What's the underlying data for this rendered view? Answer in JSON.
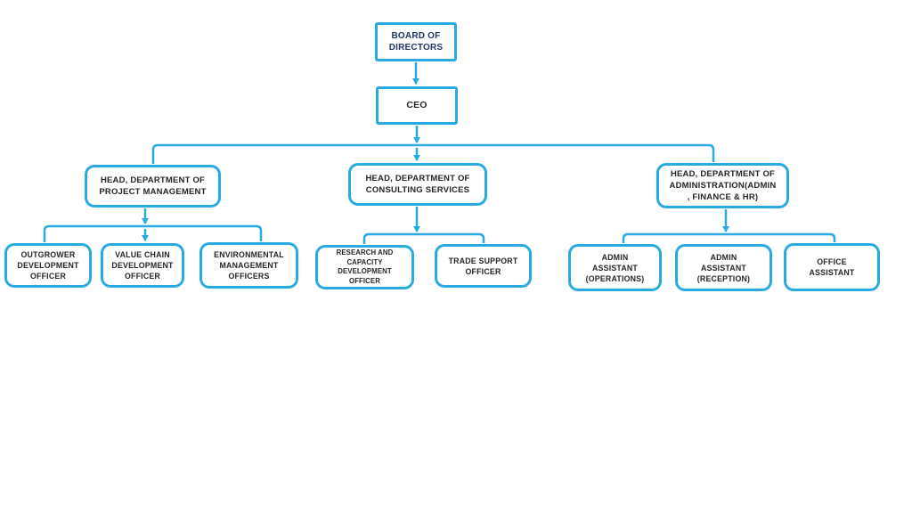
{
  "colors": {
    "accent": "#29ABE2",
    "navy": "#203864",
    "ink": "#262626",
    "bg": "#FFFFFF"
  },
  "nodes": {
    "board": {
      "label": "BOARD OF\nDIRECTORS"
    },
    "ceo": {
      "label": "CEO"
    },
    "head_project": {
      "label": "HEAD, DEPARTMENT OF\nPROJECT MANAGEMENT"
    },
    "head_consulting": {
      "label": "HEAD, DEPARTMENT OF\nCONSULTING SERVICES"
    },
    "head_admin": {
      "label": "HEAD, DEPARTMENT OF\nADMINISTRATION(ADMIN\n, FINANCE & HR)"
    },
    "outgrower": {
      "label": "OUTGROWER\nDEVELOPMENT\nOFFICER"
    },
    "value_chain": {
      "label": "VALUE CHAIN\nDEVELOPMENT\nOFFICER"
    },
    "environmental": {
      "label": "ENVIRONMENTAL\nMANAGEMENT\nOFFICERS"
    },
    "research": {
      "label": "RESEARCH AND\nCAPACITY\nDEVELOPMENT\nOFFICER"
    },
    "trade": {
      "label": "TRADE SUPPORT\nOFFICER"
    },
    "admin_operations": {
      "label": "ADMIN\nASSISTANT\n(OPERATIONS)"
    },
    "admin_reception": {
      "label": "ADMIN\nASSISTANT\n(RECEPTION)"
    },
    "office_assistant": {
      "label": "OFFICE\nASSISTANT"
    }
  },
  "edges": [
    [
      "board",
      "ceo"
    ],
    [
      "ceo",
      "head_project"
    ],
    [
      "ceo",
      "head_consulting"
    ],
    [
      "ceo",
      "head_admin"
    ],
    [
      "head_project",
      "outgrower"
    ],
    [
      "head_project",
      "value_chain"
    ],
    [
      "head_project",
      "environmental"
    ],
    [
      "head_consulting",
      "research"
    ],
    [
      "head_consulting",
      "trade"
    ],
    [
      "head_admin",
      "admin_operations"
    ],
    [
      "head_admin",
      "admin_reception"
    ],
    [
      "head_admin",
      "office_assistant"
    ]
  ]
}
